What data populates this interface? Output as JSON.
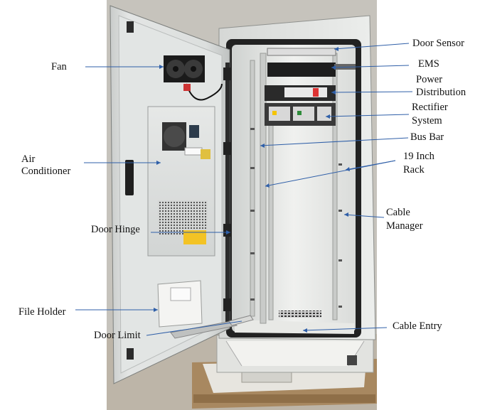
{
  "labels": {
    "fan": "Fan",
    "air_conditioner_1": "Air",
    "air_conditioner_2": "Conditioner",
    "door_hinge": "Door Hinge",
    "file_holder": "File Holder",
    "door_limit": "Door Limit",
    "door_sensor": "Door  Sensor",
    "ems": "EMS",
    "power_distribution_1": "Power",
    "power_distribution_2": "Distribution",
    "rectifier_system_1": "Rectifier",
    "rectifier_system_2": "System",
    "bus_bar": "Bus Bar",
    "rack_1": "19 Inch",
    "rack_2": "Rack",
    "cable_manager_1": "Cable",
    "cable_manager_2": "Manager",
    "cable_entry": "Cable Entry"
  },
  "colors": {
    "leader_line": "#2f5fa8",
    "cabinet_body": "#e4e6e3",
    "door_panel": "#dde0df",
    "pallet": "#a88860"
  }
}
